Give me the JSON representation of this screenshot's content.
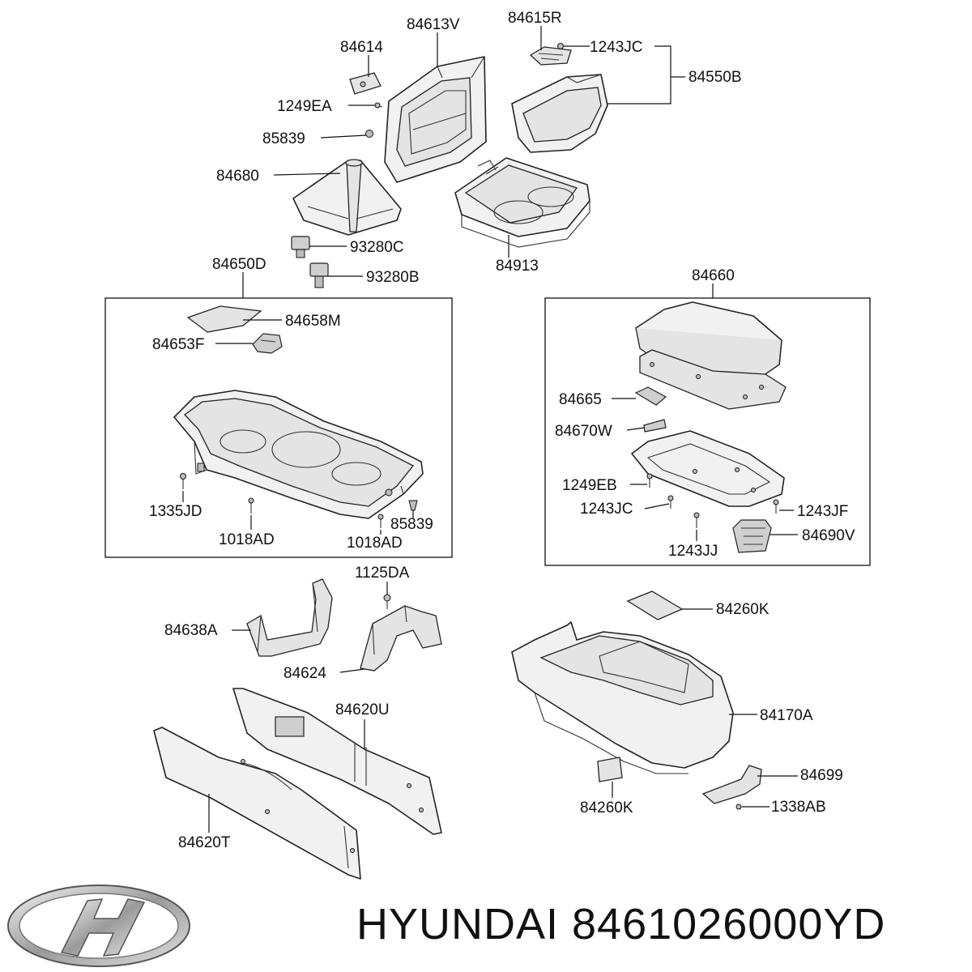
{
  "brand_text": "HYUNDAI 8461026000YD",
  "labels": {
    "l84613V": "84613V",
    "l84615R": "84615R",
    "l84614": "84614",
    "l1243JC_top": "1243JC",
    "l84550B": "84550B",
    "l1249EA": "1249EA",
    "l85839_top": "85839",
    "l84680": "84680",
    "l93280C": "93280C",
    "l84913": "84913",
    "l84650D": "84650D",
    "l93280B": "93280B",
    "l84660": "84660",
    "l84658M": "84658M",
    "l84653F": "84653F",
    "l84665": "84665",
    "l84670W": "84670W",
    "l1249EB": "1249EB",
    "l1243JC_mid": "1243JC",
    "l1243JF": "1243JF",
    "l1335JD": "1335JD",
    "l85839_mid": "85839",
    "l84690V": "84690V",
    "l1018AD_a": "1018AD",
    "l1018AD_b": "1018AD",
    "l1243JJ": "1243JJ",
    "l1125DA": "1125DA",
    "l84260K_top": "84260K",
    "l84638A": "84638A",
    "l84624": "84624",
    "l84620U": "84620U",
    "l84170A": "84170A",
    "l84699": "84699",
    "l84260K_bot": "84260K",
    "l1338AB": "1338AB",
    "l84620T": "84620T"
  }
}
